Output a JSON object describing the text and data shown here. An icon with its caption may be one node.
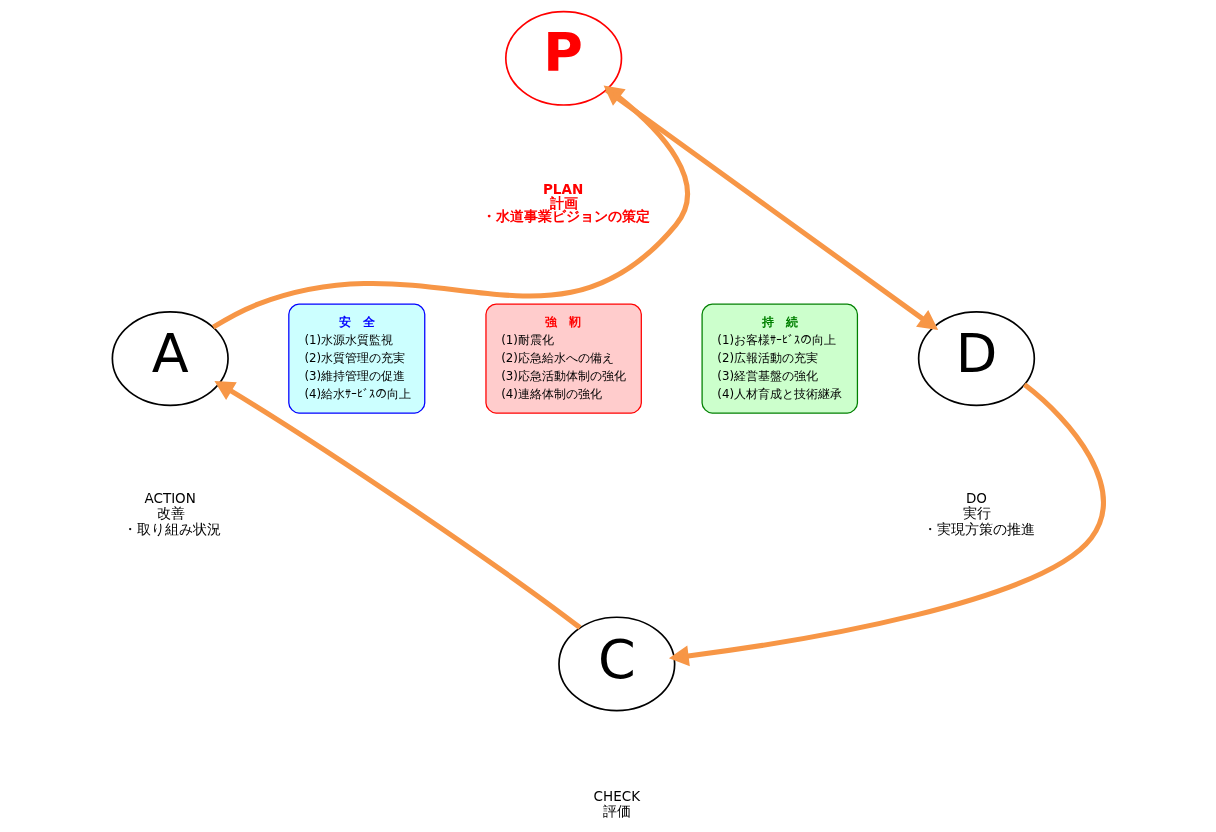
{
  "diagram": {
    "nodes": [
      {
        "text": [
          "P"
        ],
        "beside": [
          "PLAN",
          "計画",
          "・水道事業ビジョンの策定"
        ]
      },
      {
        "text": [
          "A"
        ],
        "beside": [
          "ACTION",
          "改善",
          "・取り組み状況"
        ]
      },
      {
        "text": [
          "安　全",
          "(1)水源水質監視",
          "(2)水質管理の充実",
          "(3)維持管理の促進",
          "(4)給水ｻｰﾋﾞｽの向上"
        ]
      },
      {
        "text": [
          "強　靭",
          "(1)耐震化",
          "(2)応急給水への備え",
          "(3)応急活動体制の強化",
          "(4)連絡体制の強化"
        ]
      },
      {
        "text": [
          "持　続",
          "(1)お客様ｻｰﾋﾞｽの向上",
          "(2)広報活動の充実",
          "(3)経営基盤の強化",
          "(4)人材育成と技術継承"
        ]
      },
      {
        "text": [
          "D"
        ],
        "beside": [
          "DO",
          "実行",
          "・実現方策の推進"
        ]
      },
      {
        "text": [
          "C"
        ],
        "beside": [
          "CHECK",
          "評価"
        ]
      }
    ],
    "edges": [
      {
        "from": 1,
        "to": 0,
        "arrow": "to",
        "color": "#f79646"
      },
      {
        "from": 0,
        "to": 5,
        "arrow": "to",
        "color": "#f79646"
      },
      {
        "from": 5,
        "to": 6,
        "arrow": "to",
        "color": "#f79646"
      },
      {
        "from": 6,
        "to": 1,
        "arrow": "to",
        "color": "#f79646"
      }
    ]
  }
}
